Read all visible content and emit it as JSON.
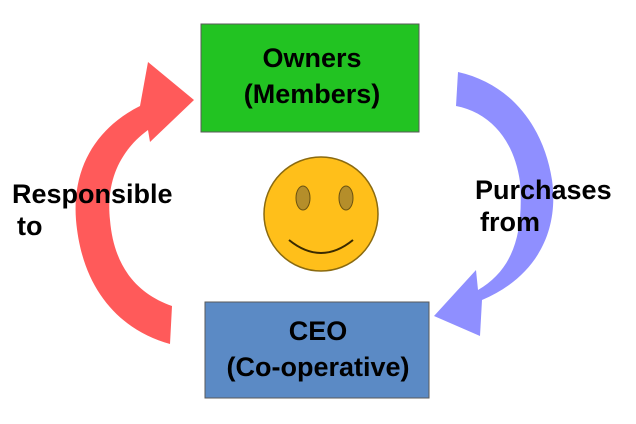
{
  "colors": {
    "owners_fill": "#22c322",
    "ceo_fill": "#5b8ac5",
    "left_arrow": "#ff5a5a",
    "right_arrow": "#8f8fff",
    "smiley_fill": "#ffbf1a",
    "smiley_eye": "#b58e2a"
  },
  "owners_box": {
    "line1": "Owners",
    "line2": "(Members)"
  },
  "ceo_box": {
    "line1": "CEO",
    "line2": "(Co-operative)"
  },
  "left_label": {
    "line1": "Responsible",
    "line2": "to"
  },
  "right_label": {
    "line1": "Purchases",
    "line2": "from"
  },
  "icons": {
    "center": "smiley-face-icon",
    "left": "curved-arrow-up-icon",
    "right": "curved-arrow-down-icon"
  }
}
